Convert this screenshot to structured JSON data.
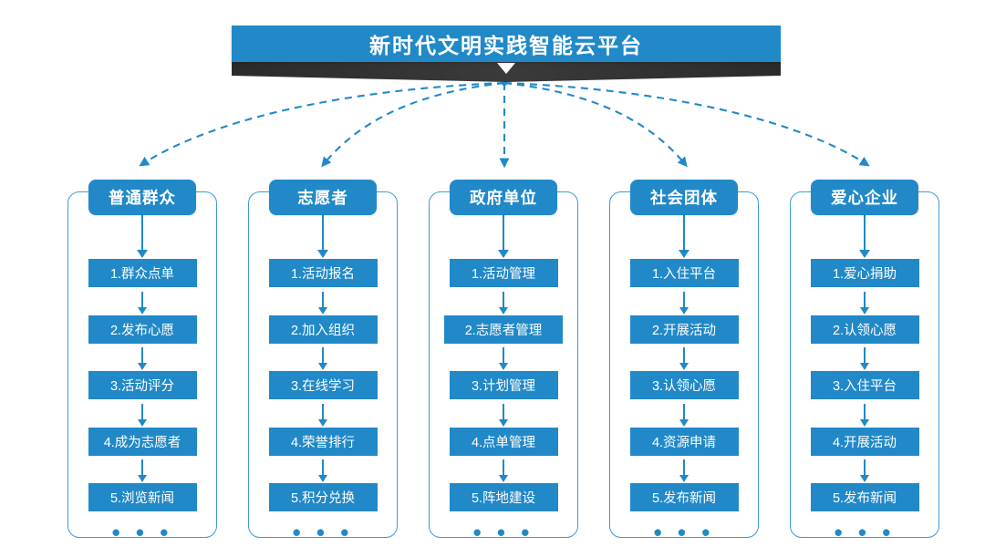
{
  "title": {
    "text": "新时代文明实践智能云平台",
    "banner_color": "#2189c8",
    "ribbon_color": "#333333"
  },
  "theme": {
    "accent": "#2189c8",
    "card_border": "#3d9bd4",
    "background": "#ffffff",
    "text_on_accent": "#ffffff",
    "connector_color": "#2189c8"
  },
  "ellipsis_glyph": "• • •",
  "columns": [
    {
      "header": "普通群众",
      "items": [
        "1.群众点单",
        "2.发布心愿",
        "3.活动评分",
        "4.成为志愿者",
        "5.浏览新闻"
      ],
      "more": "• • •"
    },
    {
      "header": "志愿者",
      "items": [
        "1.活动报名",
        "2.加入组织",
        "3.在线学习",
        "4.荣誉排行",
        "5.积分兑换"
      ],
      "more": "• • •"
    },
    {
      "header": "政府单位",
      "items": [
        "1.活动管理",
        "2.志愿者管理",
        "3.计划管理",
        "4.点单管理",
        "5.阵地建设"
      ],
      "more": "• • •"
    },
    {
      "header": "社会团体",
      "items": [
        "1.入住平台",
        "2.开展活动",
        "3.认领心愿",
        "4.资源申请",
        "5.发布新闻"
      ],
      "more": "• • •"
    },
    {
      "header": "爱心企业",
      "items": [
        "1.爱心捐助",
        "2.认领心愿",
        "3.入住平台",
        "4.开展活动",
        "5.发布新闻"
      ],
      "more": "• • •"
    }
  ]
}
